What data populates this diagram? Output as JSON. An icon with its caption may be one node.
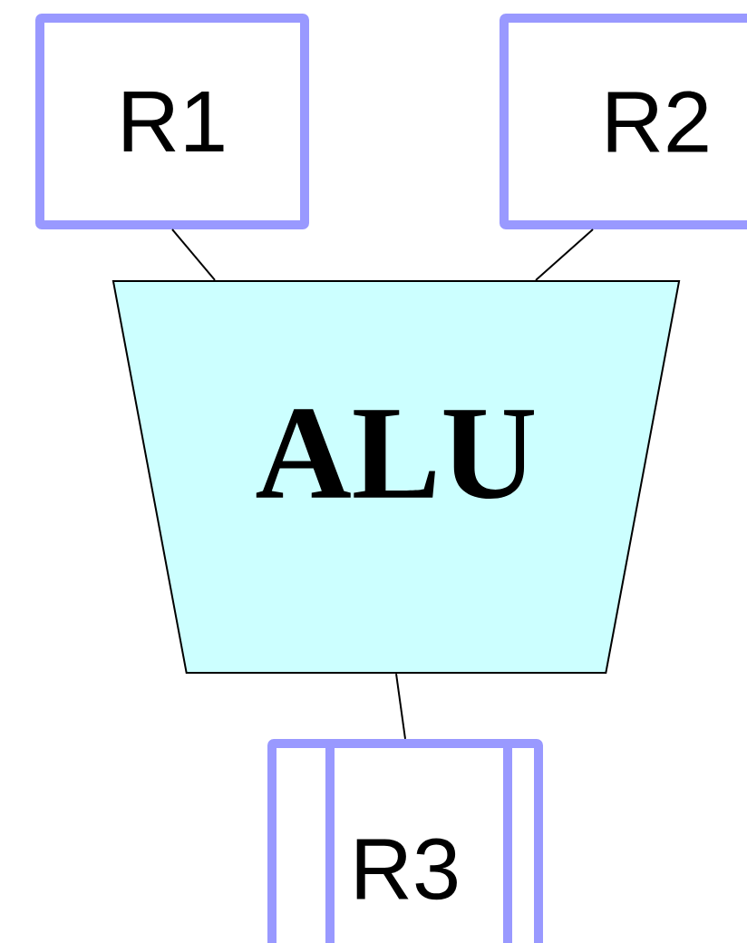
{
  "diagram": {
    "nodes": [
      {
        "text": [
          "R1"
        ]
      },
      {
        "text": [
          "R2"
        ]
      },
      {
        "text": [
          "ALU"
        ]
      },
      {
        "text": [
          "R3"
        ]
      }
    ],
    "edges": [
      {
        "from": 0,
        "to": 2,
        "arrow": "none"
      },
      {
        "from": 1,
        "to": 2,
        "arrow": "none"
      },
      {
        "from": 2,
        "to": 3,
        "arrow": "none"
      }
    ]
  }
}
